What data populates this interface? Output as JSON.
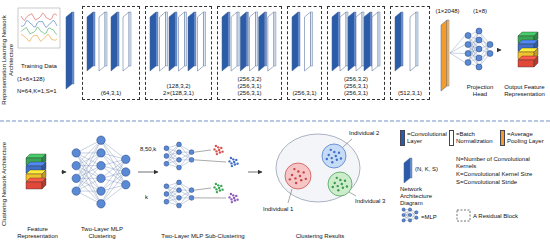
{
  "diagram": {
    "nodes": [
      {
        "text": [
          "Training Data"
        ]
      },
      {
        "text": [
          "(64,3,1)"
        ]
      },
      {
        "text": [
          "(128,3,2)",
          "2×(128,3,1)"
        ]
      },
      {
        "text": [
          "(256,3,2)",
          "(256,3,1)",
          "(256,3,1)"
        ]
      },
      {
        "text": [
          "(256,3,1)"
        ]
      },
      {
        "text": [
          "(256,3,2)",
          "(256,3,1)",
          "(256,3,1)"
        ]
      },
      {
        "text": [
          "(512,3,1)"
        ]
      },
      {
        "text": [
          "(1×2048)"
        ]
      },
      {
        "text": [
          "(1×8)",
          "Projection Head"
        ]
      },
      {
        "text": [
          "Output Feature Representation"
        ]
      },
      {
        "text": [
          "Feature Representation"
        ]
      },
      {
        "text": [
          "Two-Layer MLP Clustering"
        ]
      },
      {
        "text": [
          "Two-Layer MLP Sub-Clustering"
        ]
      },
      {
        "text": [
          "Clustering Results"
        ]
      }
    ],
    "edges": [
      {
        "from": 8,
        "to": 9,
        "arrow": "to"
      },
      {
        "from": 10,
        "to": 11,
        "arrow": "to"
      },
      {
        "from": 11,
        "to": 12,
        "arrow": "to"
      },
      {
        "from": 12,
        "to": 13,
        "arrow": "to"
      }
    ],
    "labels": [
      "Representation Learning Network Architecture",
      "Clustering Network Architecture",
      "(1×6×128)",
      "N=64,K=1,S=1",
      "8,50,k",
      "k",
      "Individual 1",
      "Individual 2",
      "Individual 3",
      "(N, K, S)",
      "Network Architecture Diagram",
      "N=Number of Convolutional Kernels",
      "K=Convolutional Kernel Size",
      "S=Convolutional Stride"
    ],
    "legend": [
      {
        "text": "=Convolutional Layer",
        "color": "#2b5caa"
      },
      {
        "text": "=Batch Normalization",
        "color": "#ffffff"
      },
      {
        "text": "=Average Pooling Layer",
        "color": "#f39c2d"
      },
      {
        "text": "=MLP"
      },
      {
        "text": "A Residual Block"
      }
    ]
  }
}
